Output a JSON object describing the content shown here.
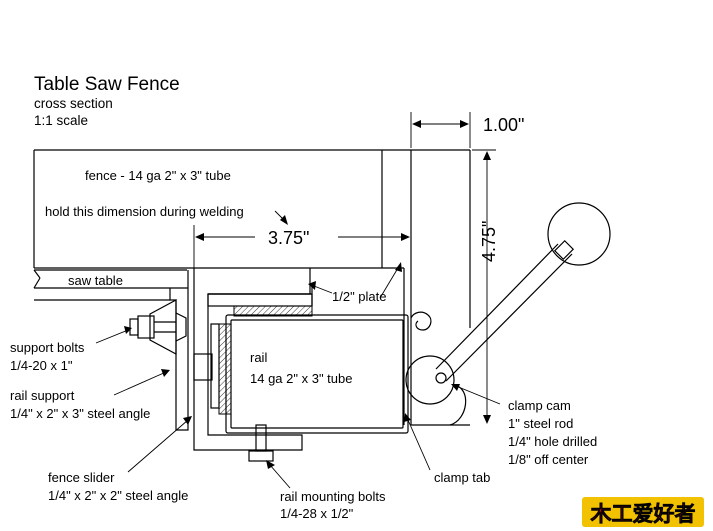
{
  "title": "Table Saw Fence",
  "subtitle_1": "cross section",
  "subtitle_2": "1:1 scale",
  "dimensions": {
    "width_top": "1.00\"",
    "height_right": "4.75\"",
    "span_middle": "3.75\""
  },
  "labels": {
    "fence": "fence - 14 ga  2\" x 3\" tube",
    "hold": "hold this dimension during welding",
    "saw_table": "saw table",
    "plate": "1/2\" plate",
    "support_bolts_1": "support bolts",
    "support_bolts_2": "1/4-20 x 1\"",
    "rail_support_1": "rail support",
    "rail_support_2": "1/4\" x 2\" x 3\" steel angle",
    "rail_1": "rail",
    "rail_2": "14 ga  2\" x 3\" tube",
    "fence_slider_1": "fence slider",
    "fence_slider_2": "1/4\" x 2\" x 2\" steel angle",
    "rail_bolts_1": "rail mounting bolts",
    "rail_bolts_2": "1/4-28 x 1/2\"",
    "clamp_tab": "clamp tab",
    "clamp_cam_1": "clamp cam",
    "clamp_cam_2": "1\" steel  rod",
    "clamp_cam_3": "1/4\" hole drilled",
    "clamp_cam_4": "1/8\" off center"
  },
  "watermark": "木工爱好者",
  "colors": {
    "line": "#000000",
    "watermark_red": "#cc1111",
    "watermark_yellow": "#f2c200"
  }
}
